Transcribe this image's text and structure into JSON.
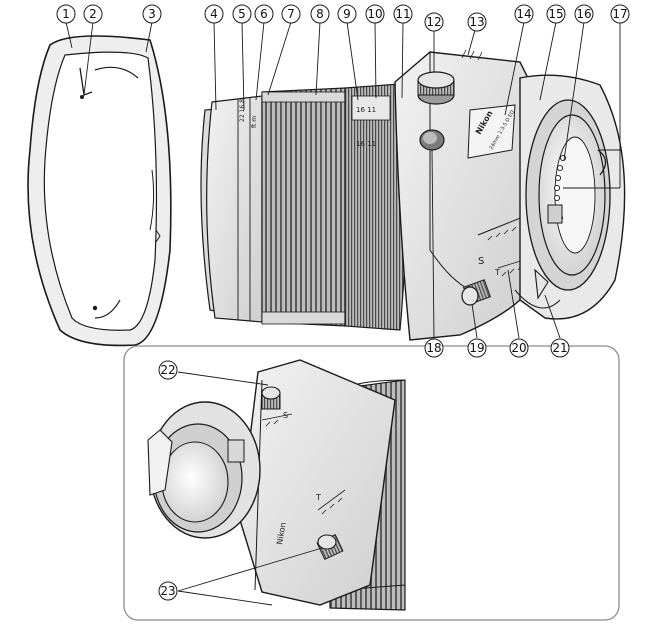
{
  "callouts": [
    {
      "number": "1"
    },
    {
      "number": "2"
    },
    {
      "number": "3"
    },
    {
      "number": "4"
    },
    {
      "number": "5"
    },
    {
      "number": "6"
    },
    {
      "number": "7"
    },
    {
      "number": "8"
    },
    {
      "number": "9"
    },
    {
      "number": "10"
    },
    {
      "number": "11"
    },
    {
      "number": "12"
    },
    {
      "number": "13"
    },
    {
      "number": "14"
    },
    {
      "number": "15"
    },
    {
      "number": "16"
    },
    {
      "number": "17"
    },
    {
      "number": "18"
    },
    {
      "number": "19"
    },
    {
      "number": "20"
    },
    {
      "number": "21"
    },
    {
      "number": "22"
    },
    {
      "number": "23"
    }
  ],
  "engravings": {
    "brand_main": "Nikon",
    "brand_inset": "Nikon",
    "lens_spec": "24mm 1:3.5 D ED",
    "shift_scale_label": "S",
    "tilt_scale_label": "T",
    "inset_scale_label": "S"
  },
  "colors": {
    "line": "#1a1a1a",
    "light_gray": "#e6e6e6",
    "mid_gray": "#c2c2c2",
    "dark_gray": "#6b6b6b",
    "inset_border": "#8c8c8c"
  },
  "icons": {
    "callout_marker": "circled-number-icon"
  }
}
